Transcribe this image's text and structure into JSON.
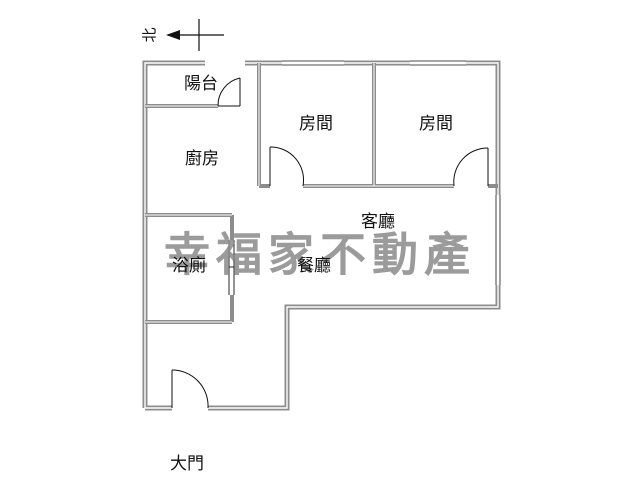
{
  "compass": {
    "north_label": "北"
  },
  "rooms": {
    "balcony": "陽台",
    "bedroom_1": "房間",
    "bedroom_2": "房間",
    "kitchen": "廚房",
    "living_room": "客廳",
    "bathroom": "浴廁",
    "dining_room": "餐廳"
  },
  "entrance": {
    "label": "大門"
  },
  "watermark": {
    "text": "幸福家不動產"
  },
  "colors": {
    "wall": "#8c8c8c",
    "wall_inner": "#ffffff",
    "line": "#111111",
    "watermark": "#8a8a8a"
  }
}
